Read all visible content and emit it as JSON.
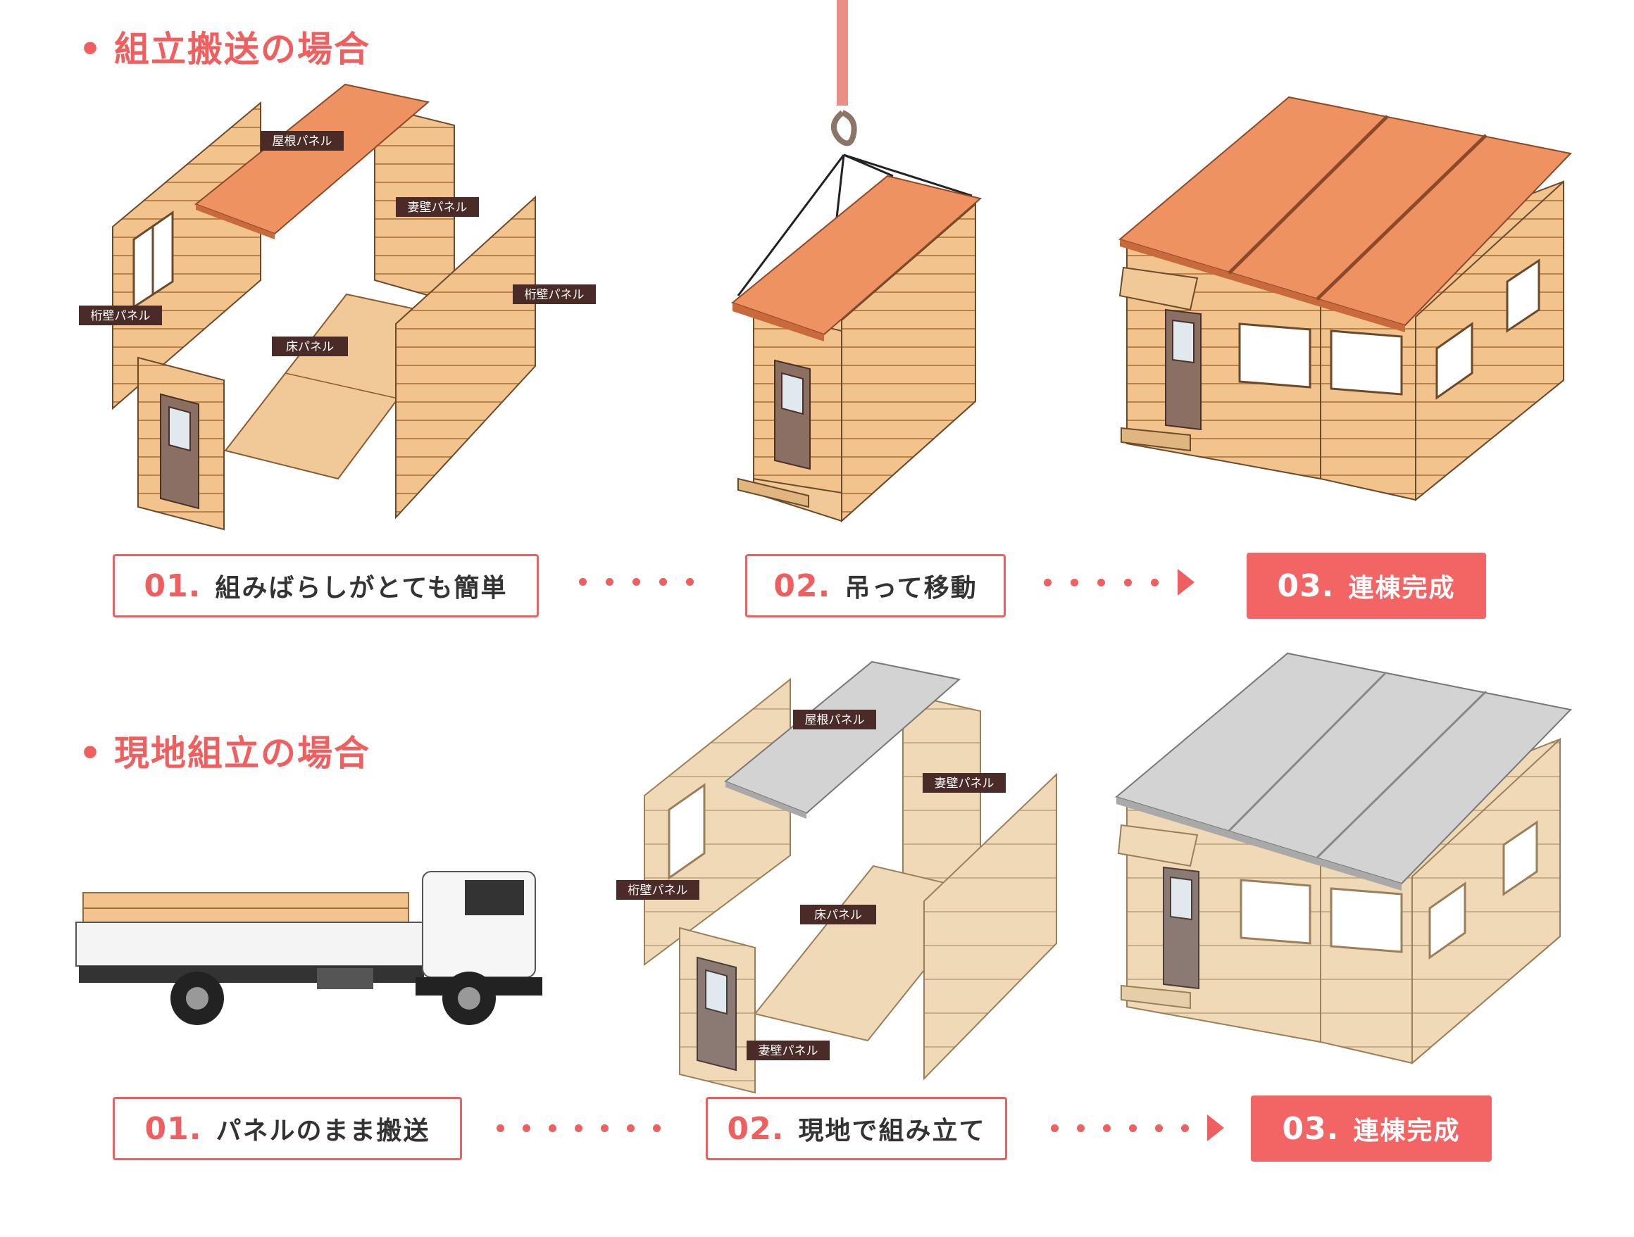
{
  "sections": [
    {
      "title": "組立搬送の場合",
      "steps": [
        {
          "num": "01.",
          "text": "組みばらしがとても簡単"
        },
        {
          "num": "02.",
          "text": "吊って移動"
        },
        {
          "num": "03.",
          "text": "連棟完成"
        }
      ],
      "labels": {
        "roof": "屋根パネル",
        "gable": "妻壁パネル",
        "girder_right": "桁壁パネル",
        "girder_left": "桁壁パネル",
        "floor": "床パネル"
      }
    },
    {
      "title": "現地組立の場合",
      "steps": [
        {
          "num": "01.",
          "text": "パネルのまま搬送"
        },
        {
          "num": "02.",
          "text": "現地で組み立て"
        },
        {
          "num": "03.",
          "text": "連棟完成"
        }
      ],
      "labels": {
        "roof": "屋根パネル",
        "gable": "妻壁パネル",
        "girder": "桁壁パネル",
        "floor": "床パネル",
        "gable_front": "妻壁パネル"
      }
    }
  ],
  "colors": {
    "accent": "#ef5f5f",
    "roof_orange": "#ee9262",
    "wood": "#f2c38c",
    "wood_light": "#efd9b6",
    "roof_gray": "#d3d3d3",
    "label_bg": "#4a2b27"
  }
}
